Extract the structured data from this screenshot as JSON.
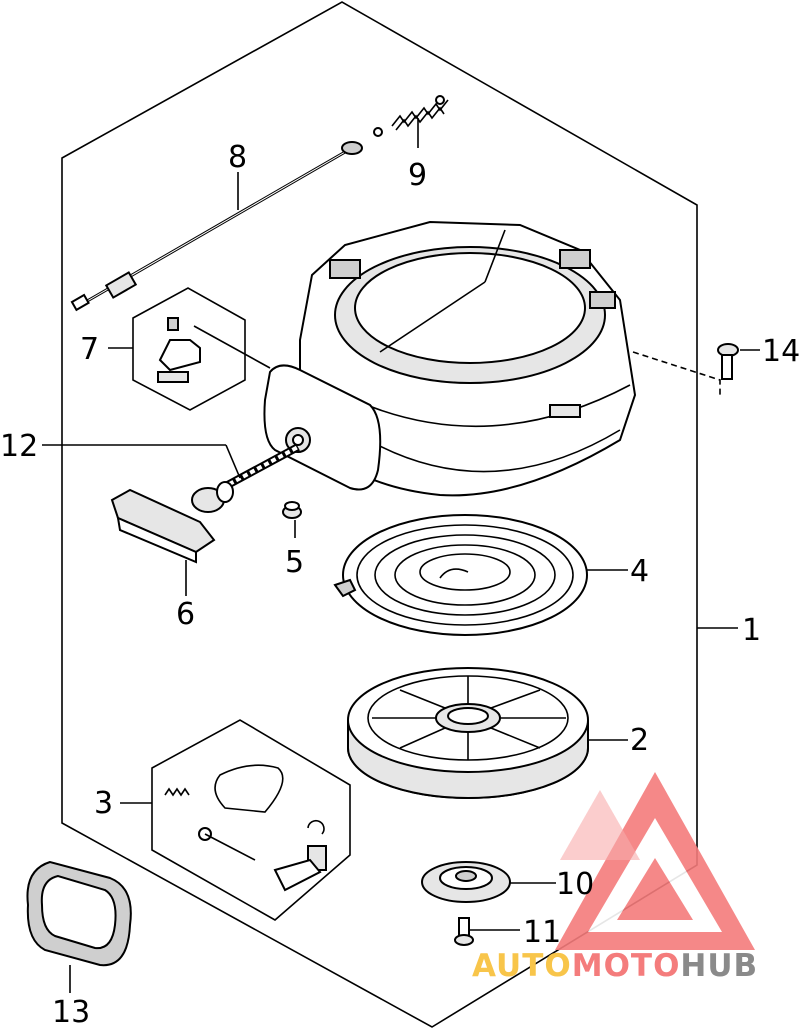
{
  "diagram": {
    "callouts": [
      {
        "id": "1",
        "label": "1"
      },
      {
        "id": "2",
        "label": "2"
      },
      {
        "id": "3",
        "label": "3"
      },
      {
        "id": "4",
        "label": "4"
      },
      {
        "id": "5",
        "label": "5"
      },
      {
        "id": "6",
        "label": "6"
      },
      {
        "id": "7",
        "label": "7"
      },
      {
        "id": "8",
        "label": "8"
      },
      {
        "id": "9",
        "label": "9"
      },
      {
        "id": "10",
        "label": "10"
      },
      {
        "id": "11",
        "label": "11"
      },
      {
        "id": "12",
        "label": "12"
      },
      {
        "id": "13",
        "label": "13"
      },
      {
        "id": "14",
        "label": "14"
      }
    ]
  },
  "watermark": {
    "word1": "AUTO",
    "word2": "MOTO",
    "word3": "HUB",
    "color_primary": "#f47c7c",
    "color_secondary": "#f8c54a",
    "color_hub": "#8a8a8a"
  }
}
